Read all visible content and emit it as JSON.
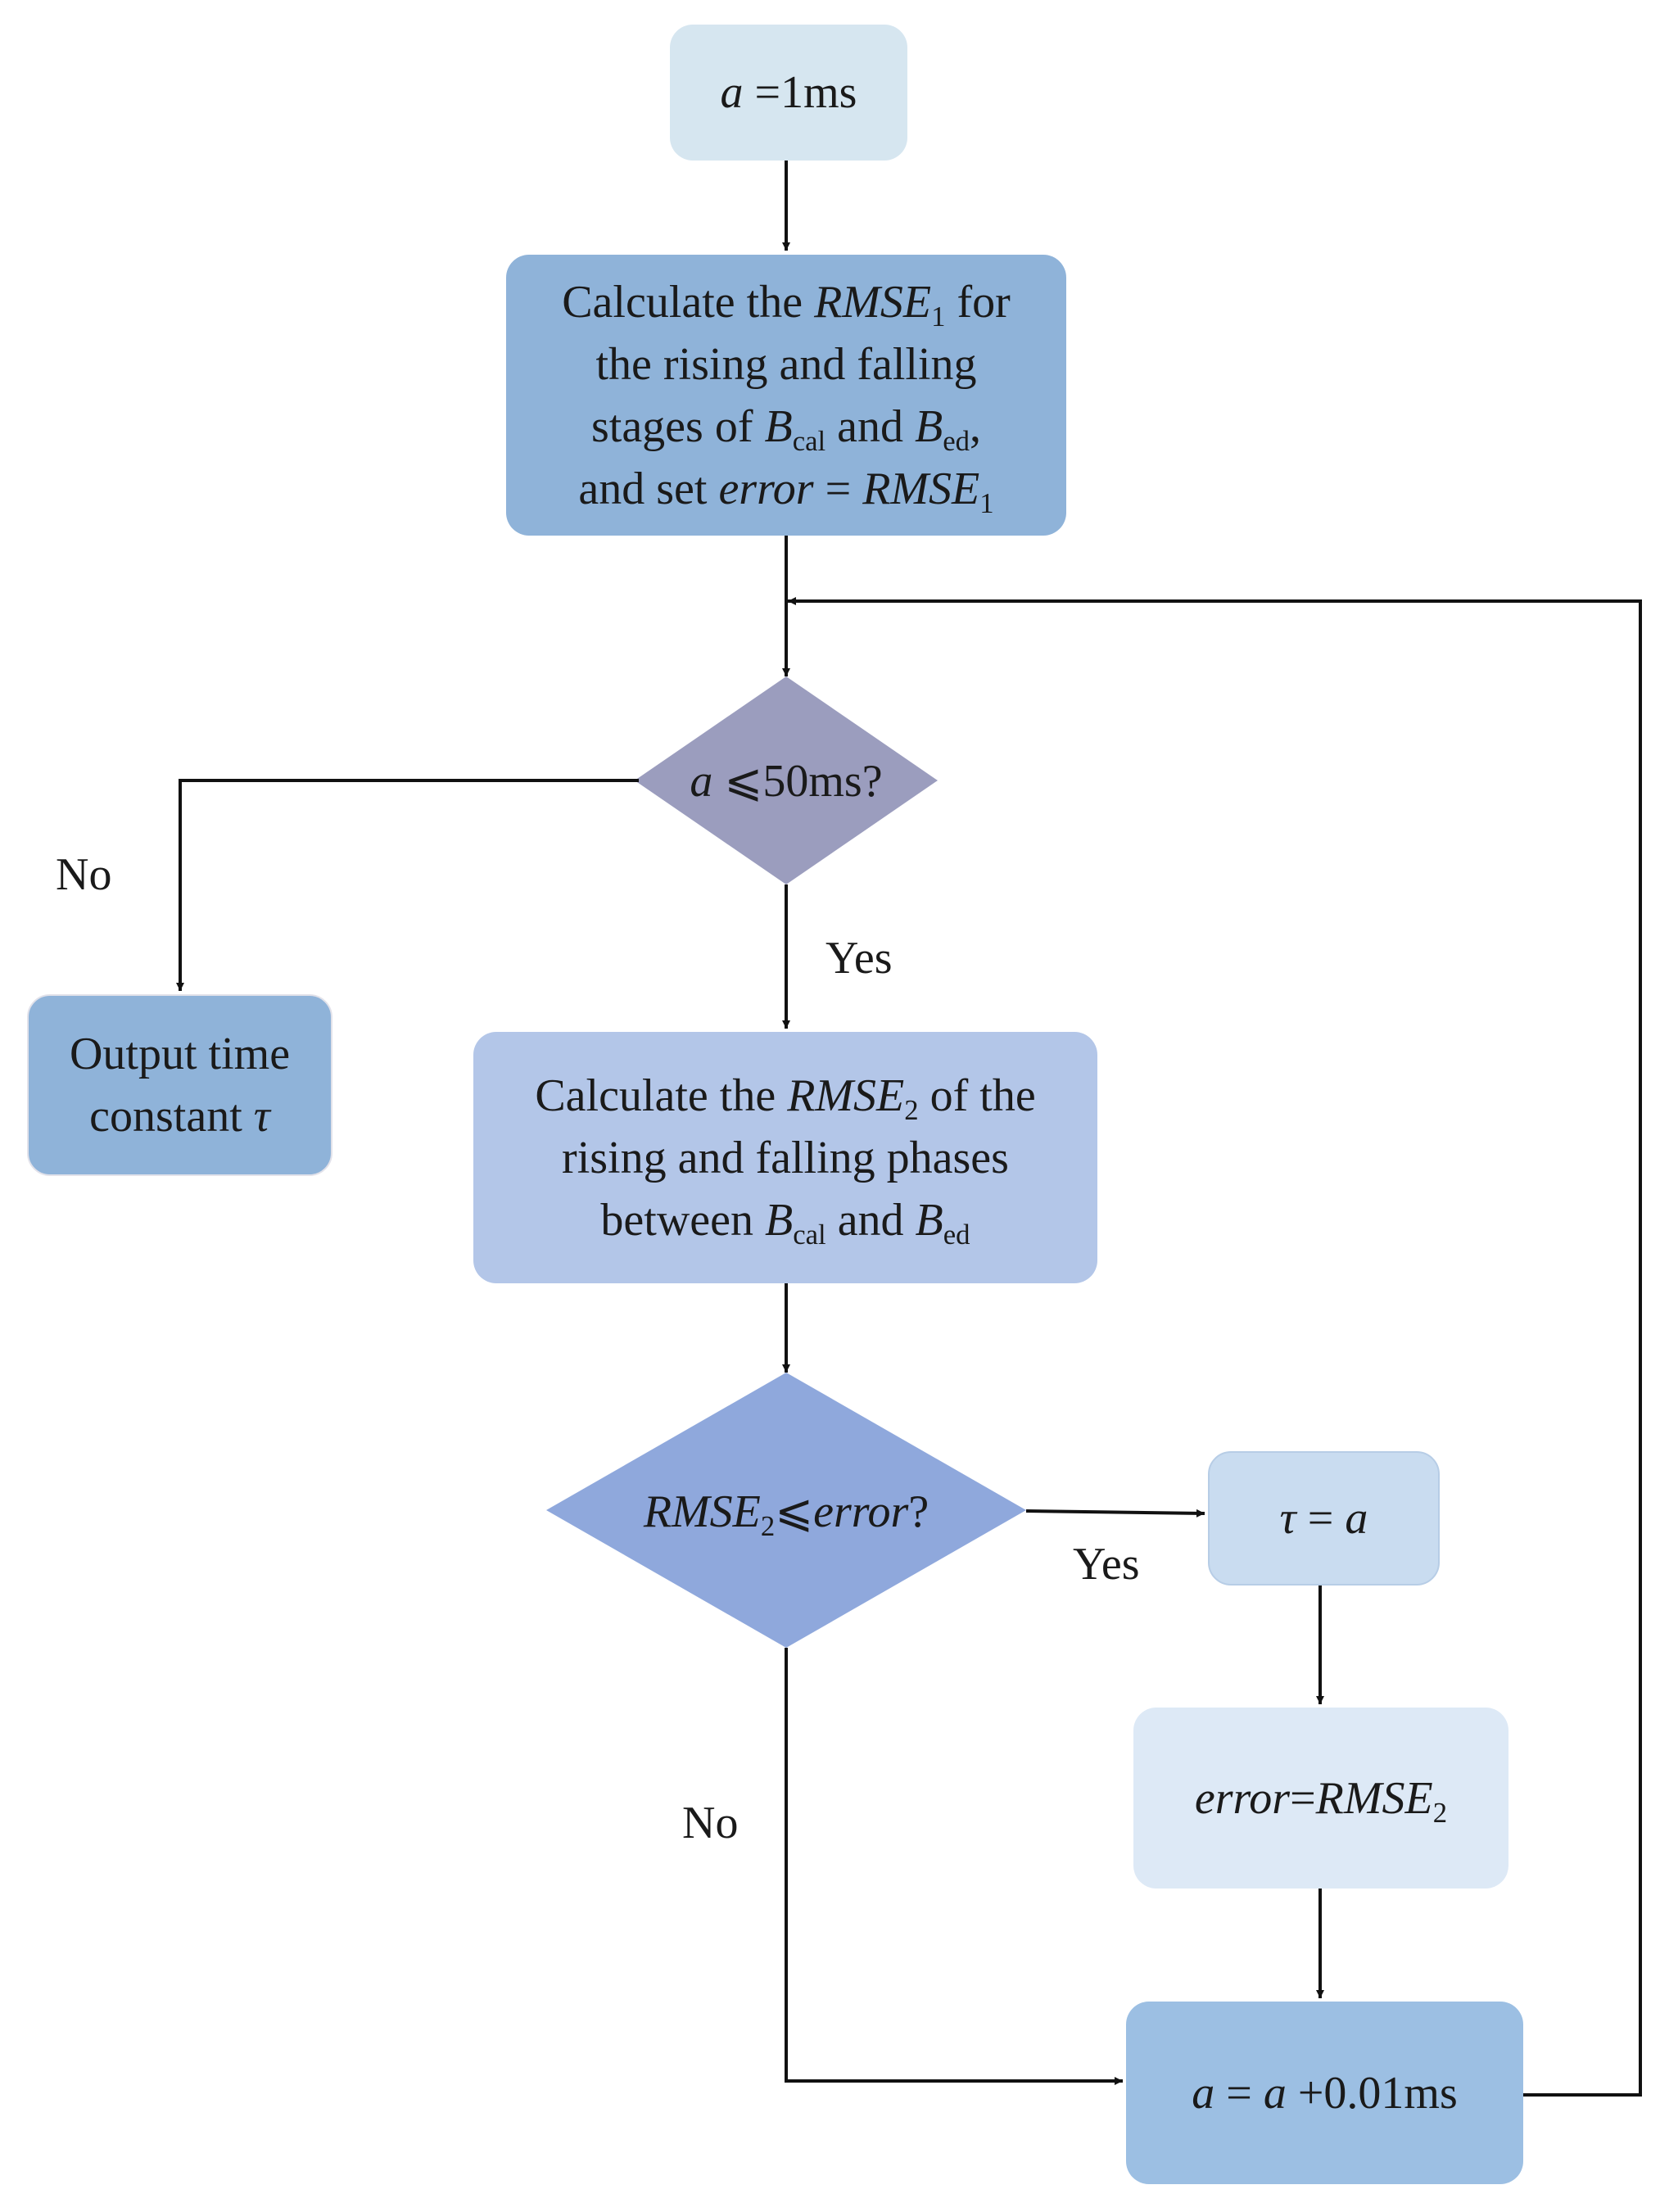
{
  "colors": {
    "start": "#d6e6f0",
    "calc1": "#8fb3d9",
    "decision1": "#9b9dbe",
    "output": "#8fb3d9",
    "calc2": "#b3c6e8",
    "decision2": "#8fa8dc",
    "assign_tau": "#c9dcf0",
    "assign_error": "#dde9f6",
    "increment": "#9cbfe3",
    "line": "#111111"
  },
  "nodes": {
    "start": {
      "var": "a",
      "rest": " =1ms"
    },
    "calc1": {
      "line1_pre": "Calculate the ",
      "line1_var": "RMSE",
      "line1_sub": "1",
      "line1_post": " for",
      "line2": "the rising and falling",
      "line3_pre": "stages of ",
      "line3_b1": "B",
      "line3_sub1": "cal",
      "line3_mid": " and ",
      "line3_b2": "B",
      "line3_sub2": "ed",
      "line3_post": ",",
      "line4_pre": "and set ",
      "line4_var1": "error",
      "line4_eq": " = ",
      "line4_var2": "RMSE",
      "line4_sub": "1"
    },
    "decision1": {
      "var": "a",
      "rest": " ⩽50ms?"
    },
    "output": {
      "line1": "Output time",
      "line2_pre": "constant ",
      "line2_var": "τ"
    },
    "calc2": {
      "line1_pre": "Calculate the ",
      "line1_var": "RMSE",
      "line1_sub": "2",
      "line1_post": " of the",
      "line2": "rising and falling phases",
      "line3_pre": "between ",
      "line3_b1": "B",
      "line3_sub1": "cal",
      "line3_mid": " and ",
      "line3_b2": "B",
      "line3_sub2": "ed"
    },
    "decision2": {
      "var1": "RMSE",
      "sub": "2",
      "op": "⩽",
      "var2": "error",
      "post": "?"
    },
    "assign_tau": {
      "tau": "τ",
      "eq": " = ",
      "var": "a"
    },
    "assign_error": {
      "var1": "error",
      "eq": "=",
      "var2": "RMSE",
      "sub": "2"
    },
    "increment": {
      "var1": "a",
      "eq": " = ",
      "var2": "a",
      "rest": " +0.01ms"
    }
  },
  "labels": {
    "no_left": "No",
    "yes_down": "Yes",
    "yes_right": "Yes",
    "no_bottom": "No"
  }
}
